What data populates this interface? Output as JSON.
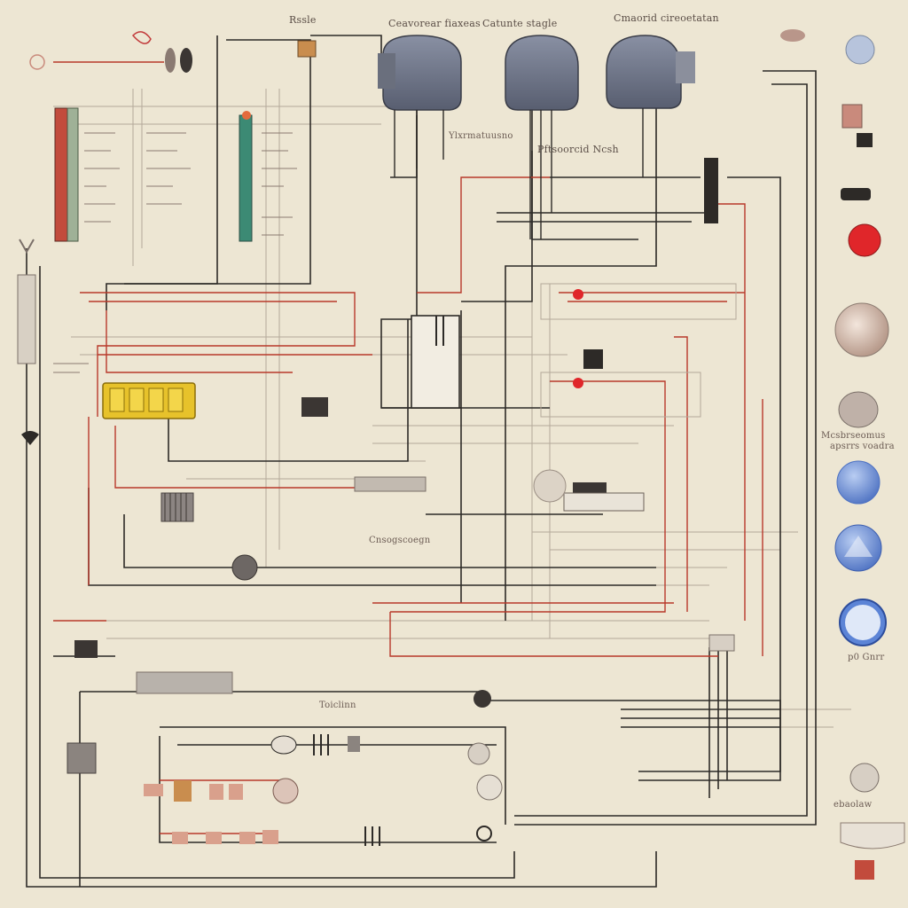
{
  "colors": {
    "background": "#ede6d3",
    "wire_dark": "#2d2a27",
    "wire_red": "#b8392b",
    "wire_faint": "#a89b8a",
    "gauge_body": "#6e7486",
    "fuse_block": "#e7c22b",
    "lamp_red": "#e0262a",
    "badge_blue": "#6f8fd0",
    "connector_tan": "#c69c6d"
  },
  "labels": {
    "top_a": "Rssle",
    "top_b": "Ceavorear fiaxeas",
    "top_c": "Catunte stagle",
    "top_d": "Cmaorid cireoetatan",
    "mid_a": "Ylxrmatuusno",
    "mid_b": "Pftsoorcid Ncsh",
    "right_a": "Mcsbrseomus",
    "right_b": "apsrrs voadra",
    "right_c": "p0 Gnrr",
    "bottom_a": "Toiclinn",
    "bottom_b": "Cnsogscoegn",
    "bottom_c": "ebaolaw"
  },
  "icons": [
    "gauge-icon",
    "bulb-icon",
    "lamp-icon",
    "switch-icon",
    "fuse-block-icon",
    "coil-icon",
    "relay-icon",
    "badge-icon"
  ]
}
